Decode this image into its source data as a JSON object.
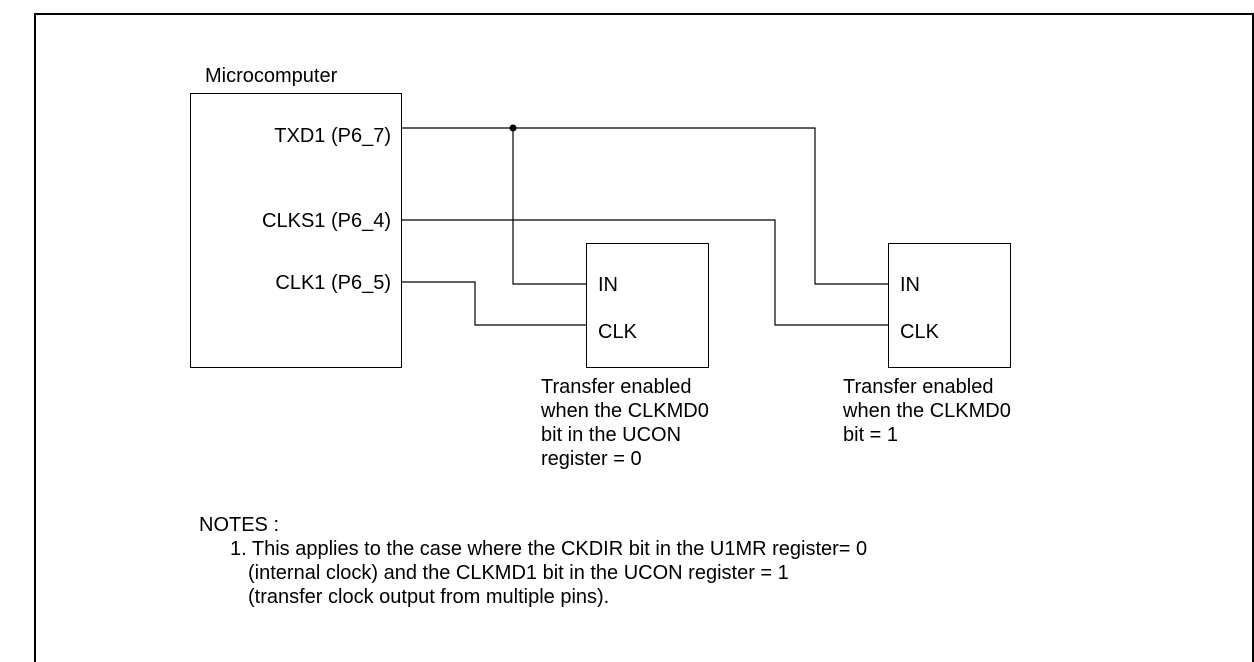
{
  "microcomputer": {
    "title": "Microcomputer",
    "pins": {
      "txd1": "TXD1 (P6_7)",
      "clks1": "CLKS1 (P6_4)",
      "clk1": "CLK1 (P6_5)"
    }
  },
  "device_left": {
    "in_label": "IN",
    "clk_label": "CLK",
    "caption": [
      "Transfer enabled",
      "when the CLKMD0",
      "bit in the UCON",
      "register = 0"
    ]
  },
  "device_right": {
    "in_label": "IN",
    "clk_label": "CLK",
    "caption": [
      "Transfer enabled",
      "when the CLKMD0",
      "bit = 1"
    ]
  },
  "notes": {
    "heading": "NOTES :",
    "lines": [
      "1. This applies to the case where the CKDIR bit in the U1MR register= 0",
      "(internal clock) and the CLKMD1 bit in the UCON register = 1",
      "(transfer clock output from multiple pins)."
    ]
  }
}
